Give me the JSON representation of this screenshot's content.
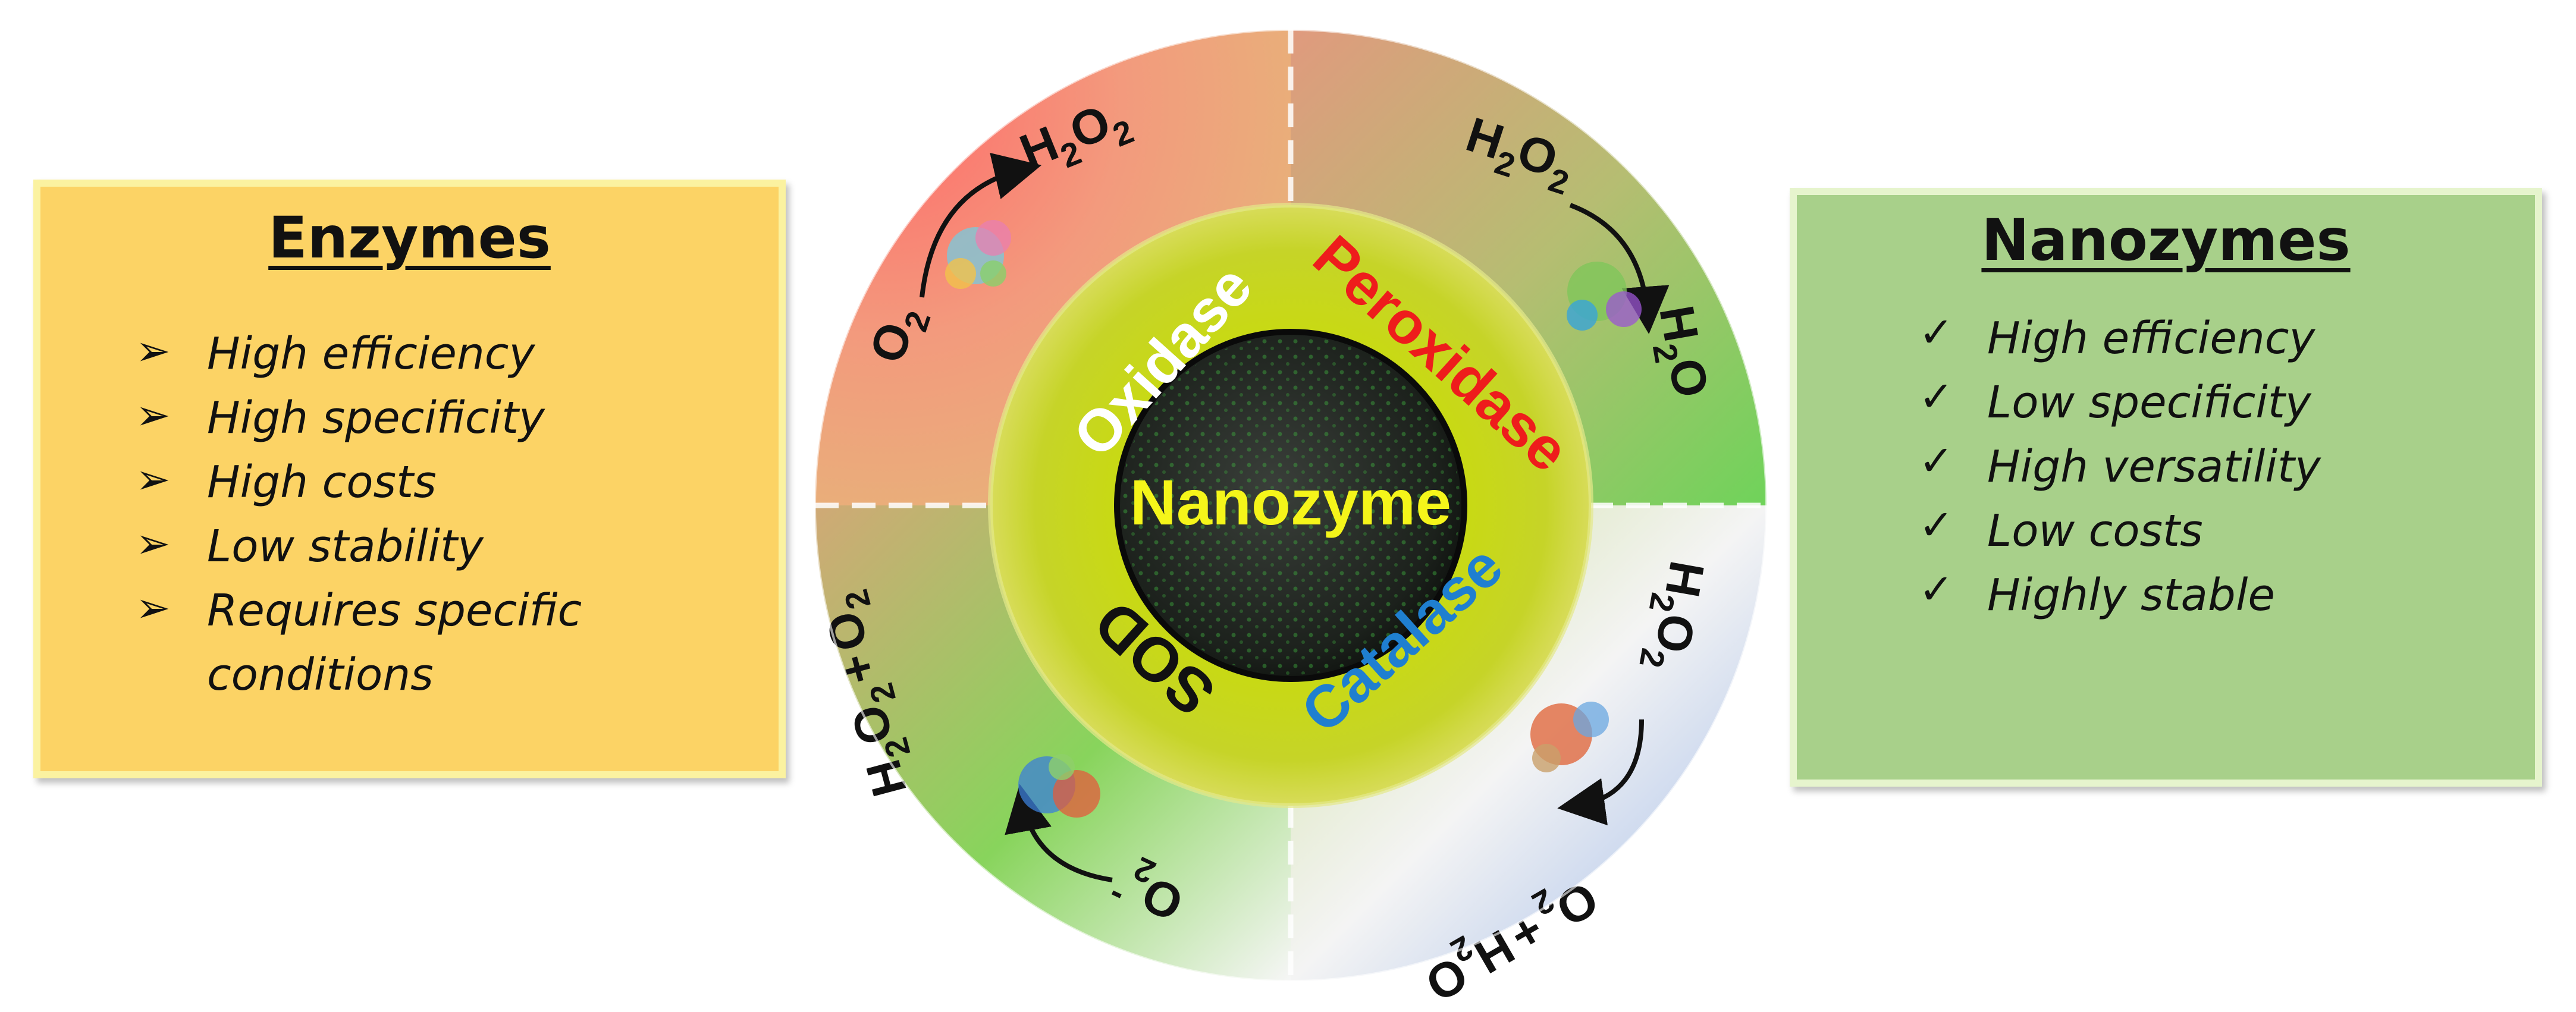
{
  "enzymes": {
    "title": "Enzymes",
    "items": [
      "High efficiency",
      "High specificity",
      "High costs",
      "Low stability",
      "Requires specific",
      "conditions"
    ],
    "bullet": "➢"
  },
  "nanozymes": {
    "title": "Nanozymes",
    "items": [
      "High efficiency",
      "Low specificity",
      "High versatility",
      "Low costs",
      "Highly stable"
    ],
    "bullet": "✓"
  },
  "wheel": {
    "center": "Nanozyme",
    "oxidase": "Oxidase",
    "peroxidase": "Peroxidase",
    "catalase": "Catalase",
    "sod": "SOD",
    "oxidase_reaction": {
      "reactant": "O",
      "reactant_sub": "2",
      "product": "H",
      "product_sub1": "2",
      "product_mid": "O",
      "product_sub2": "2"
    },
    "peroxidase_reaction": {
      "reactant_h": "H",
      "reactant_sub1": "2",
      "reactant_o": "O",
      "reactant_sub2": "2",
      "product_h": "H",
      "product_sub": "2",
      "product_o": "O"
    },
    "catalase_reaction": {
      "reactant_h": "H",
      "reactant_sub1": "2",
      "reactant_o": "O",
      "reactant_sub2": "2",
      "product_a": "O",
      "product_a_sub": "2",
      "plus": "+",
      "product_b": "H",
      "product_b_sub": "2",
      "product_b_o": "O"
    },
    "sod_reaction": {
      "reactant": "O",
      "reactant_sub": "2",
      "reactant_sup": "-",
      "product_a": "H",
      "product_a_sub1": "2",
      "product_a_o": "O",
      "product_a_sub2": "2",
      "plus": "+",
      "product_b": "O",
      "product_b_sub": "2"
    }
  },
  "colors": {
    "enzymes_bg": "#fcd365",
    "nanozymes_bg": "#a8d08a",
    "oxidase_label": "#ffffff",
    "peroxidase_label": "#ee1c1c",
    "catalase_label": "#1f7fd0",
    "sod_label": "#111111",
    "center_label": "#f5f51a"
  }
}
